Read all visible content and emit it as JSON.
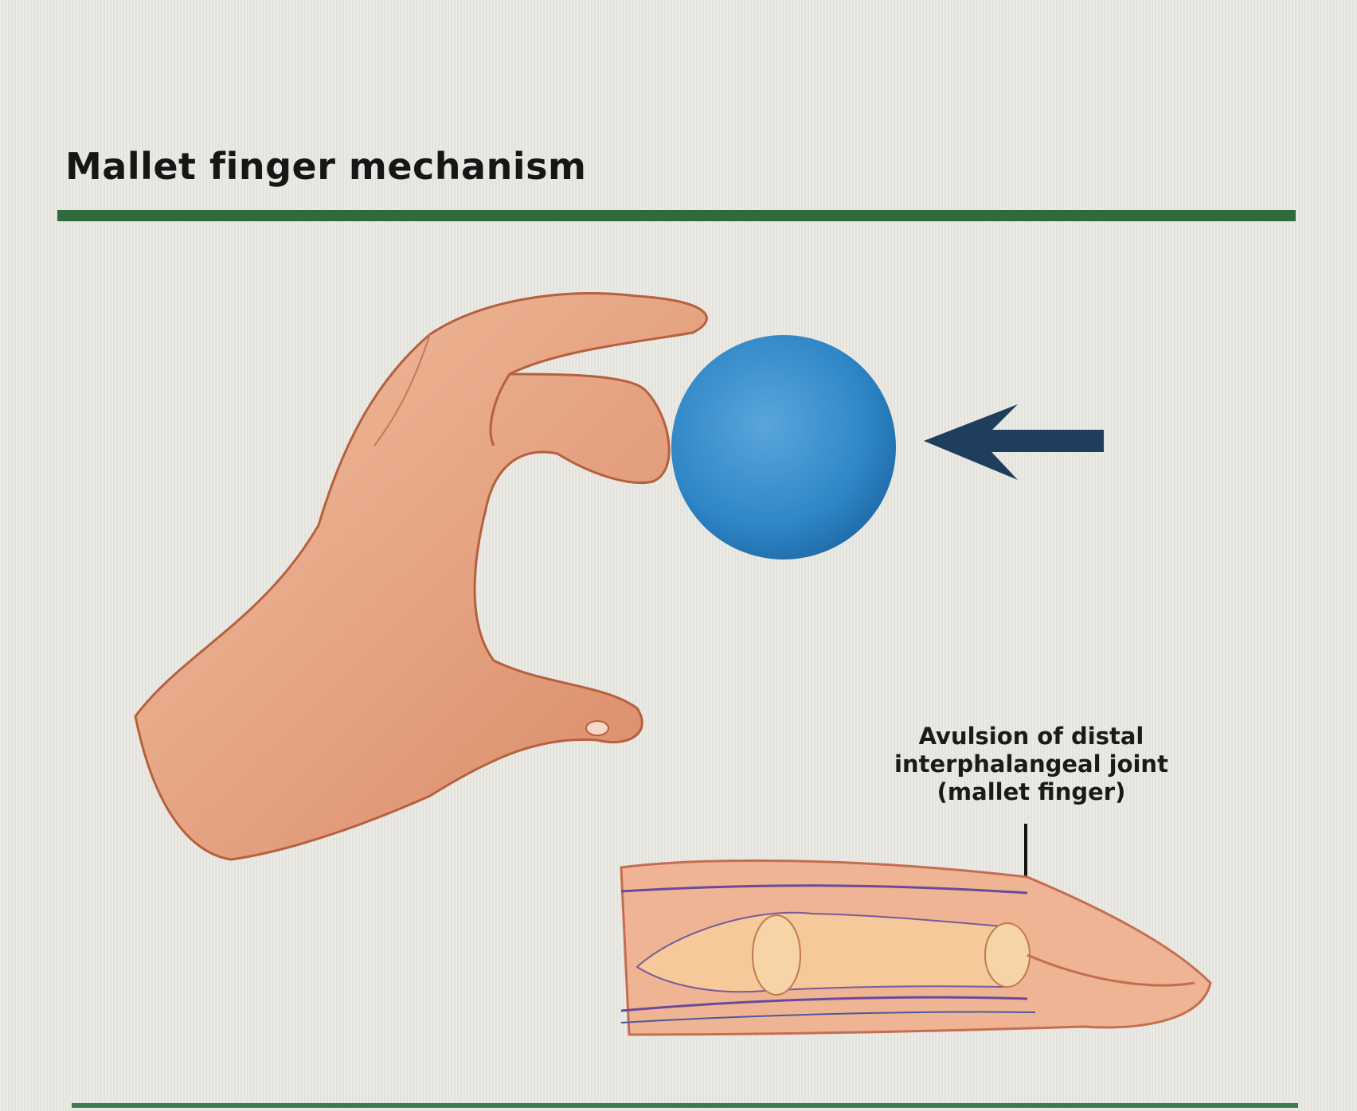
{
  "title": "Mallet finger mechanism",
  "annotation": {
    "line1": "Avulsion of distal",
    "line2": "interphalangeal joint",
    "line3": "(mallet finger)"
  },
  "colors": {
    "rule": "#2f6a3e",
    "ball": "#2f86c6",
    "arrow": "#1f3d5c",
    "skin": "#e9a07e"
  }
}
